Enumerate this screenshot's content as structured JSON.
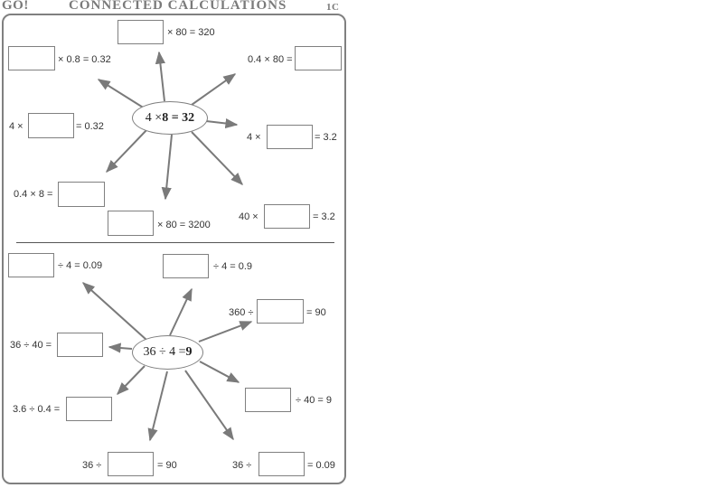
{
  "header": {
    "brand": "GO!",
    "title": "CONNECTED CALCULATIONS",
    "code": "1C"
  },
  "top": {
    "hub": {
      "lead": "4 × ",
      "bold": "8 = 32"
    },
    "items": [
      {
        "after": "× 80 = 320"
      },
      {
        "after": "× 0.8 = 0.32"
      },
      {
        "before": "0.4 × 80 ="
      },
      {
        "before": "4 ×",
        "after": "= 0.32"
      },
      {
        "before": "4 ×",
        "after": "= 3.2"
      },
      {
        "before": "0.4 × 8 ="
      },
      {
        "after": "× 80 = 3200"
      },
      {
        "before": "40 ×",
        "after": "= 3.2"
      }
    ]
  },
  "bottom": {
    "hub": {
      "lead": "36 ÷ 4 = ",
      "bold": "9"
    },
    "items": [
      {
        "after": "÷ 4 =  0.09"
      },
      {
        "after": "÷ 4 = 0.9"
      },
      {
        "before": "360 ÷",
        "after": "= 90"
      },
      {
        "before": "36 ÷ 40 ="
      },
      {
        "after": "÷ 40 = 9"
      },
      {
        "before": "3.6 ÷ 0.4 ="
      },
      {
        "before": "36 ÷",
        "after": "= 90"
      },
      {
        "before": "36 ÷",
        "after": "= 0.09"
      }
    ]
  }
}
